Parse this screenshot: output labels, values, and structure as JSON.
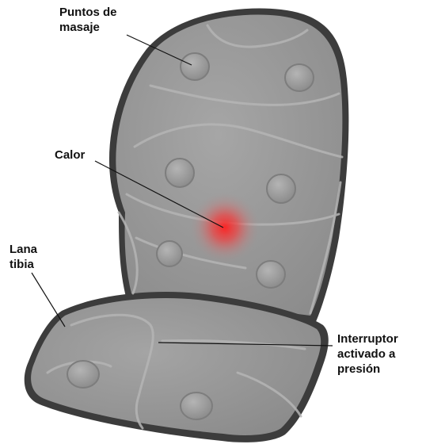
{
  "labels": {
    "massage_points": {
      "line1": "Puntos de",
      "line2": "masaje"
    },
    "heat": {
      "line1": "Calor"
    },
    "warm_wool": {
      "line1": "Lana",
      "line2": "tibia"
    },
    "pressure_switch": {
      "line1": "Interruptor",
      "line2": "activado a",
      "line3": "presión"
    }
  },
  "colors": {
    "cushion_fill": "#9a9a9a",
    "cushion_edge": "#3c3c3c",
    "heat_glow": "#ff2a2a",
    "text": "#111111"
  }
}
